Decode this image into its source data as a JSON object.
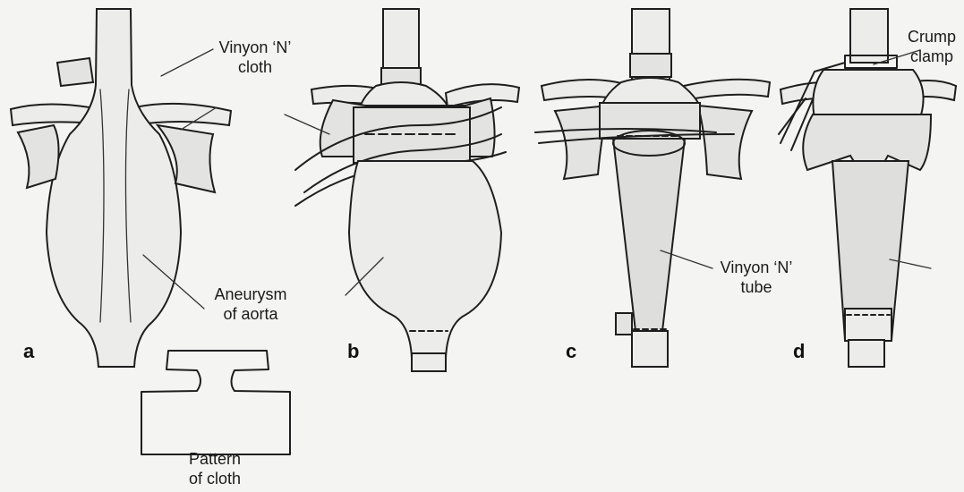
{
  "panels": [
    "a",
    "b",
    "c",
    "d"
  ],
  "labels": {
    "vinyon_cloth_line1": "Vinyon ‘N’",
    "vinyon_cloth_line2": "cloth",
    "aneurysm_line1": "Aneurysm",
    "aneurysm_line2": "of aorta",
    "pattern_line1": "Pattern",
    "pattern_line2": "of cloth",
    "crump_line1": "Crump",
    "crump_line2": "clamp",
    "vinyon_tube_line1": "Vinyon ‘N’",
    "vinyon_tube_line2": "tube"
  }
}
